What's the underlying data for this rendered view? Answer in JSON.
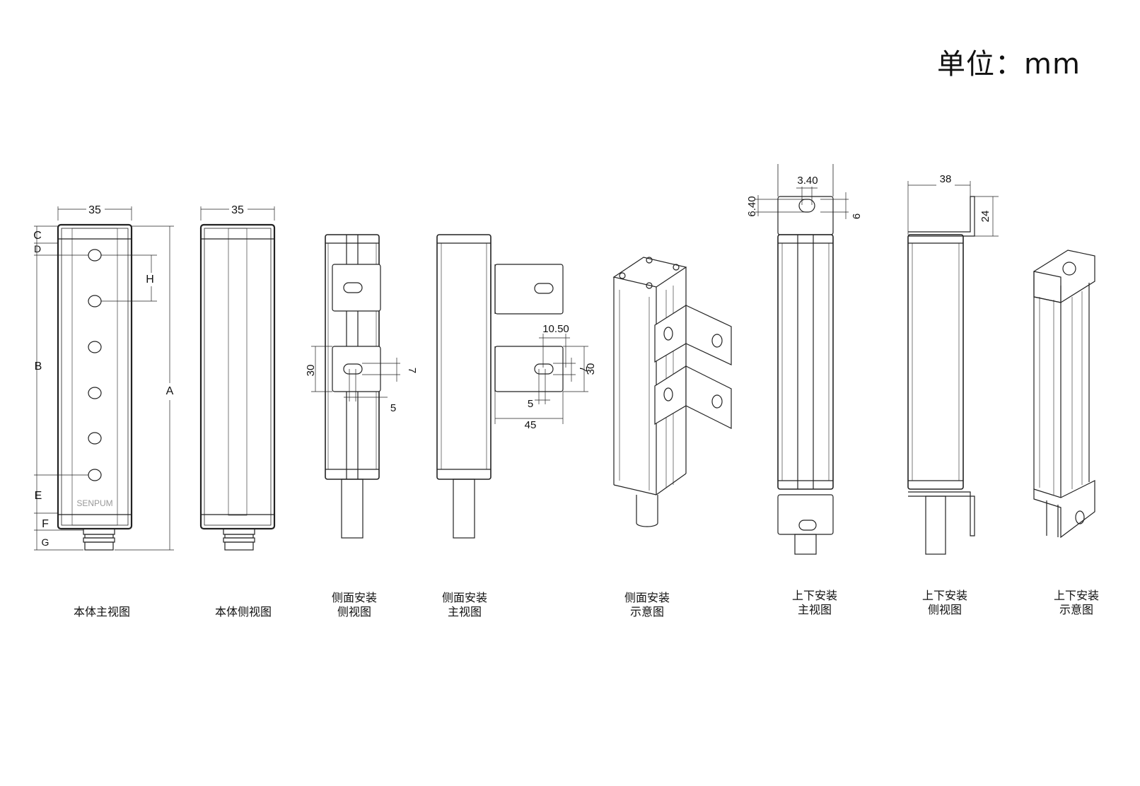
{
  "unit_label": "单位：mm",
  "brand": "SENPUM",
  "views": [
    {
      "caption": [
        "本体主视图"
      ]
    },
    {
      "caption": [
        "本体侧视图"
      ]
    },
    {
      "caption": [
        "侧面安装",
        "侧视图"
      ]
    },
    {
      "caption": [
        "侧面安装",
        "主视图"
      ]
    },
    {
      "caption": [
        "侧面安装",
        "示意图"
      ]
    },
    {
      "caption": [
        "上下安装",
        "主视图"
      ]
    },
    {
      "caption": [
        "上下安装",
        "侧视图"
      ]
    },
    {
      "caption": [
        "上下安装",
        "示意图"
      ]
    }
  ],
  "dims": {
    "width_front": "35",
    "width_side": "35",
    "A": "A",
    "B": "B",
    "C": "C",
    "D": "D",
    "E": "E",
    "F": "F",
    "G": "G",
    "H": "H",
    "side_h30": "30",
    "side_slot7": "7",
    "side_5": "5",
    "front_1050": "10.50",
    "front_7": "7",
    "front_30": "30",
    "front_5": "5",
    "front_45": "45",
    "top_340": "3.40",
    "top_640": "6.40",
    "top_6": "6",
    "ts_38": "38",
    "ts_24": "24"
  }
}
